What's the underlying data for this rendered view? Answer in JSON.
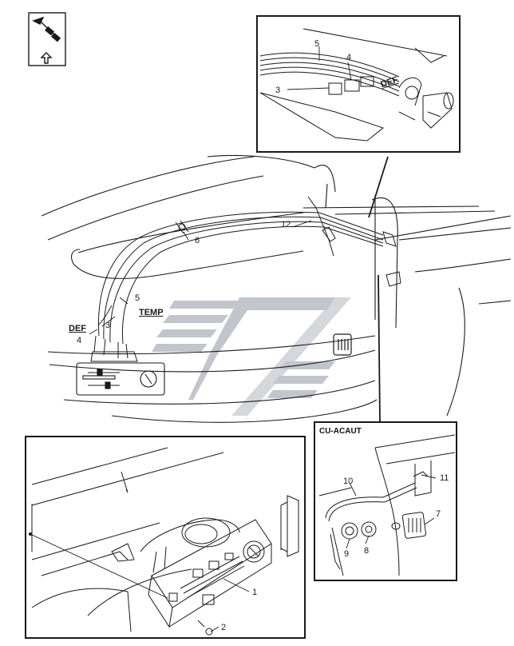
{
  "callouts": {
    "c1": "1",
    "c2": "2",
    "c3a": "3",
    "c3b": "3",
    "c4a": "4",
    "c4b": "4",
    "c5a": "5",
    "c5b": "5",
    "c6": "6",
    "c7": "7",
    "c8": "8",
    "c9": "9",
    "c10": "10",
    "c11": "11",
    "c12": "12"
  },
  "labels": {
    "def_top": "DEF",
    "def_left": "DEF",
    "temp": "TEMP",
    "inset_br_title": "CU-ACAUT"
  },
  "icons": {
    "orientation": "front-arrow-icon",
    "watermark": "logo-watermark"
  },
  "colors": {
    "line": "#1a1a1a",
    "watermark": "#b8bcc4"
  }
}
